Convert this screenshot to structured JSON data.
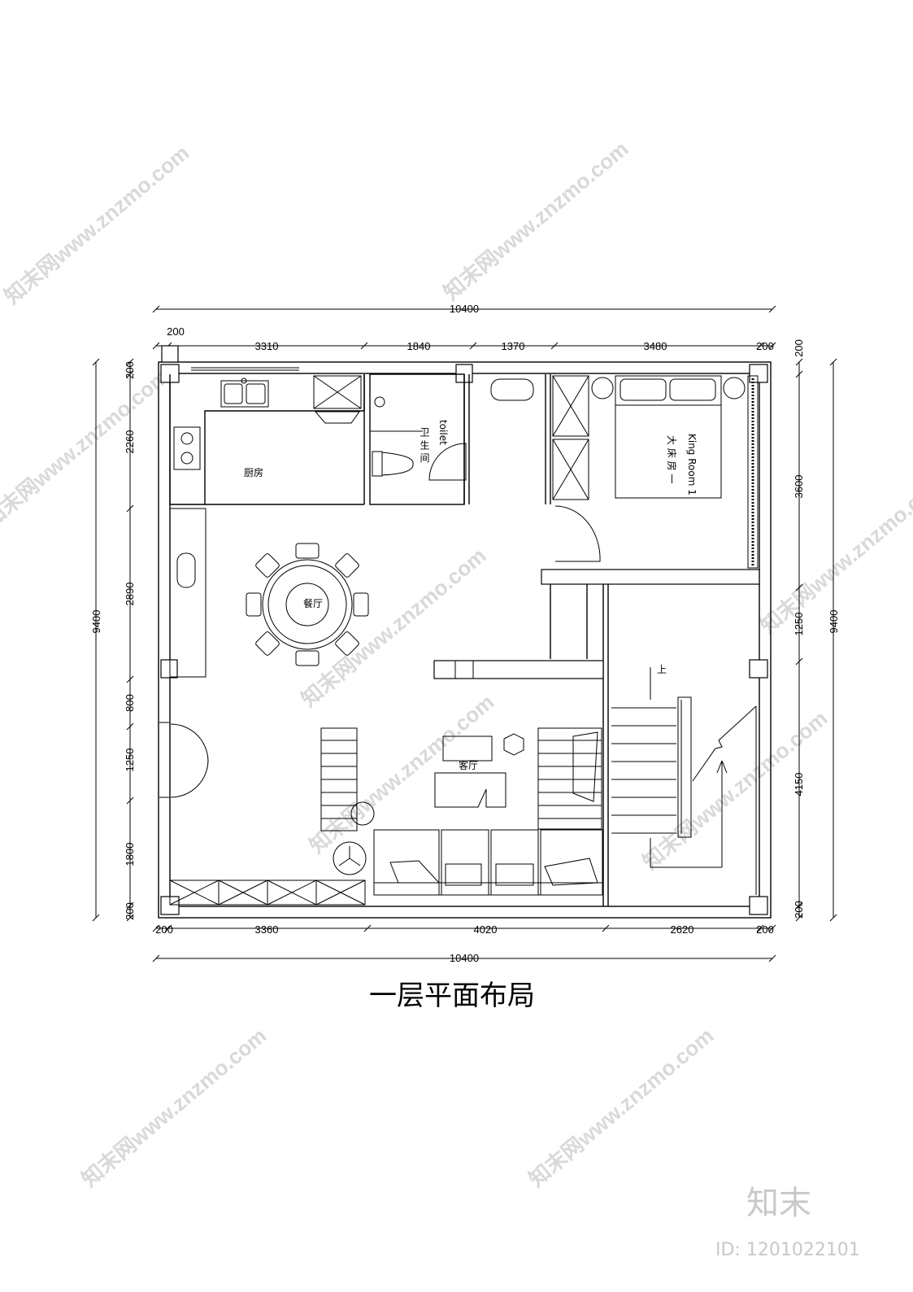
{
  "plan": {
    "title": "一层平面布局",
    "overall_width_label": "10400",
    "overall_depth_label": "9400",
    "top_dims": [
      "200",
      "3310",
      "1840",
      "1370",
      "3480",
      "200"
    ],
    "bottom_dims": [
      "200",
      "3360",
      "4020",
      "2620",
      "200"
    ],
    "left_dims": [
      "200",
      "2260",
      "2890",
      "800",
      "1250",
      "1800",
      "200"
    ],
    "right_dims": [
      "200",
      "3600",
      "1250",
      "4150",
      "200"
    ],
    "rooms": {
      "kitchen": "厨房",
      "dining": "餐厅",
      "living": "客厅",
      "toilet_cn": "卫 生 间",
      "toilet_en": "toilet",
      "king_room_cn": "大 床 房 一",
      "king_room_en": "King Room 1",
      "stair_up": "上"
    }
  },
  "watermark": {
    "text": "知末网www.znzmo.com",
    "brand": "知末",
    "id_label": "ID: 1201022101"
  }
}
